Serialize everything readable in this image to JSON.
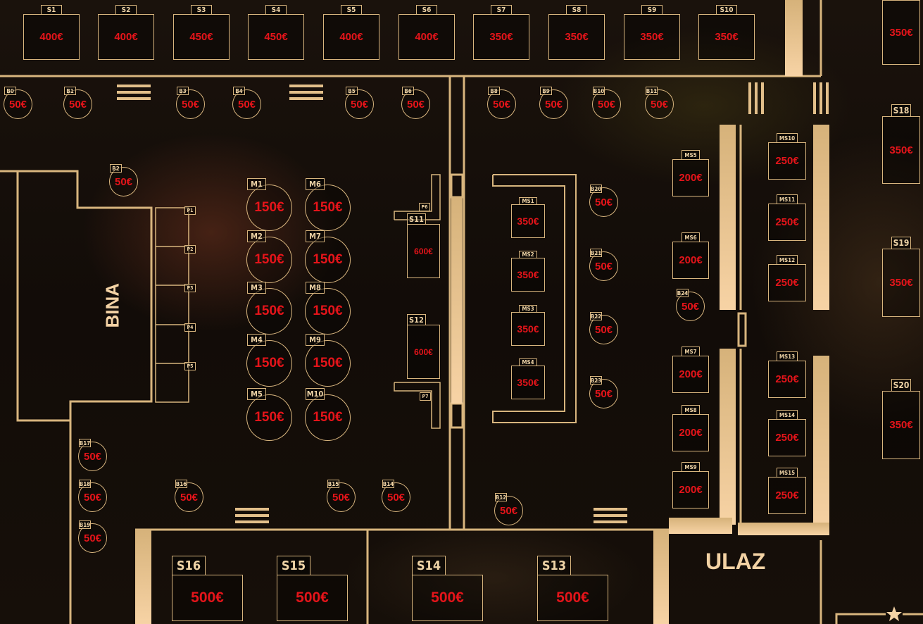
{
  "labels": {
    "bina": "BINA",
    "ulaz": "ULAZ"
  },
  "sofas_top": [
    {
      "id": "S1",
      "price": "400€"
    },
    {
      "id": "S2",
      "price": "400€"
    },
    {
      "id": "S3",
      "price": "450€"
    },
    {
      "id": "S4",
      "price": "450€"
    },
    {
      "id": "S5",
      "price": "400€"
    },
    {
      "id": "S6",
      "price": "400€"
    },
    {
      "id": "S7",
      "price": "350€"
    },
    {
      "id": "S8",
      "price": "350€"
    },
    {
      "id": "S9",
      "price": "350€"
    },
    {
      "id": "S10",
      "price": "350€"
    }
  ],
  "sofas_right": [
    {
      "price": "350€"
    },
    {
      "id": "S18",
      "price": "350€"
    },
    {
      "id": "S19",
      "price": "350€"
    },
    {
      "id": "S20",
      "price": "350€"
    }
  ],
  "barstools": [
    {
      "id": "B0",
      "price": "50€"
    },
    {
      "id": "B1",
      "price": "50€"
    },
    {
      "id": "B3",
      "price": "50€"
    },
    {
      "id": "B4",
      "price": "50€"
    },
    {
      "id": "B5",
      "price": "50€"
    },
    {
      "id": "B6",
      "price": "50€"
    },
    {
      "id": "B8",
      "price": "50€"
    },
    {
      "id": "B9",
      "price": "50€"
    },
    {
      "id": "B10",
      "price": "50€"
    },
    {
      "id": "B11",
      "price": "50€"
    },
    {
      "id": "B2",
      "price": "50€"
    },
    {
      "id": "B20",
      "price": "50€"
    },
    {
      "id": "B21",
      "price": "50€"
    },
    {
      "id": "B22",
      "price": "50€"
    },
    {
      "id": "B23",
      "price": "50€"
    },
    {
      "id": "B24",
      "price": "50€"
    },
    {
      "id": "B12",
      "price": "50€"
    },
    {
      "id": "B14",
      "price": "50€"
    },
    {
      "id": "B15",
      "price": "50€"
    },
    {
      "id": "B16",
      "price": "50€"
    },
    {
      "id": "B17",
      "price": "50€"
    },
    {
      "id": "B18",
      "price": "50€"
    },
    {
      "id": "B19",
      "price": "50€"
    }
  ],
  "mid_tables": [
    {
      "id": "M1",
      "price": "150€"
    },
    {
      "id": "M2",
      "price": "150€"
    },
    {
      "id": "M3",
      "price": "150€"
    },
    {
      "id": "M4",
      "price": "150€"
    },
    {
      "id": "M5",
      "price": "150€"
    },
    {
      "id": "M6",
      "price": "150€"
    },
    {
      "id": "M7",
      "price": "150€"
    },
    {
      "id": "M8",
      "price": "150€"
    },
    {
      "id": "M9",
      "price": "150€"
    },
    {
      "id": "M10",
      "price": "150€"
    }
  ],
  "podiums": [
    {
      "id": "P1"
    },
    {
      "id": "P2"
    },
    {
      "id": "P3"
    },
    {
      "id": "P4"
    },
    {
      "id": "P5"
    },
    {
      "id": "P6"
    },
    {
      "id": "P7"
    }
  ],
  "separes": [
    {
      "id": "S11",
      "price": "600€"
    },
    {
      "id": "S12",
      "price": "600€"
    }
  ],
  "bar_tables": [
    {
      "id": "MS1",
      "price": "350€"
    },
    {
      "id": "MS2",
      "price": "350€"
    },
    {
      "id": "MS3",
      "price": "350€"
    },
    {
      "id": "MS4",
      "price": "350€"
    }
  ],
  "ms_left": [
    {
      "id": "MS5",
      "price": "200€"
    },
    {
      "id": "MS6",
      "price": "200€"
    },
    {
      "id": "MS7",
      "price": "200€"
    },
    {
      "id": "MS8",
      "price": "200€"
    },
    {
      "id": "MS9",
      "price": "200€"
    }
  ],
  "ms_right": [
    {
      "id": "MS10",
      "price": "250€"
    },
    {
      "id": "MS11",
      "price": "250€"
    },
    {
      "id": "MS12",
      "price": "250€"
    },
    {
      "id": "MS13",
      "price": "250€"
    },
    {
      "id": "MS14",
      "price": "250€"
    },
    {
      "id": "MS15",
      "price": "250€"
    }
  ],
  "bottom_sofas": [
    {
      "id": "S16",
      "price": "500€"
    },
    {
      "id": "S15",
      "price": "500€"
    },
    {
      "id": "S14",
      "price": "500€"
    },
    {
      "id": "S13",
      "price": "500€"
    }
  ],
  "colors": {
    "gold": "#d8b57e",
    "bar": "#f0c995",
    "price": "#e5141a"
  }
}
